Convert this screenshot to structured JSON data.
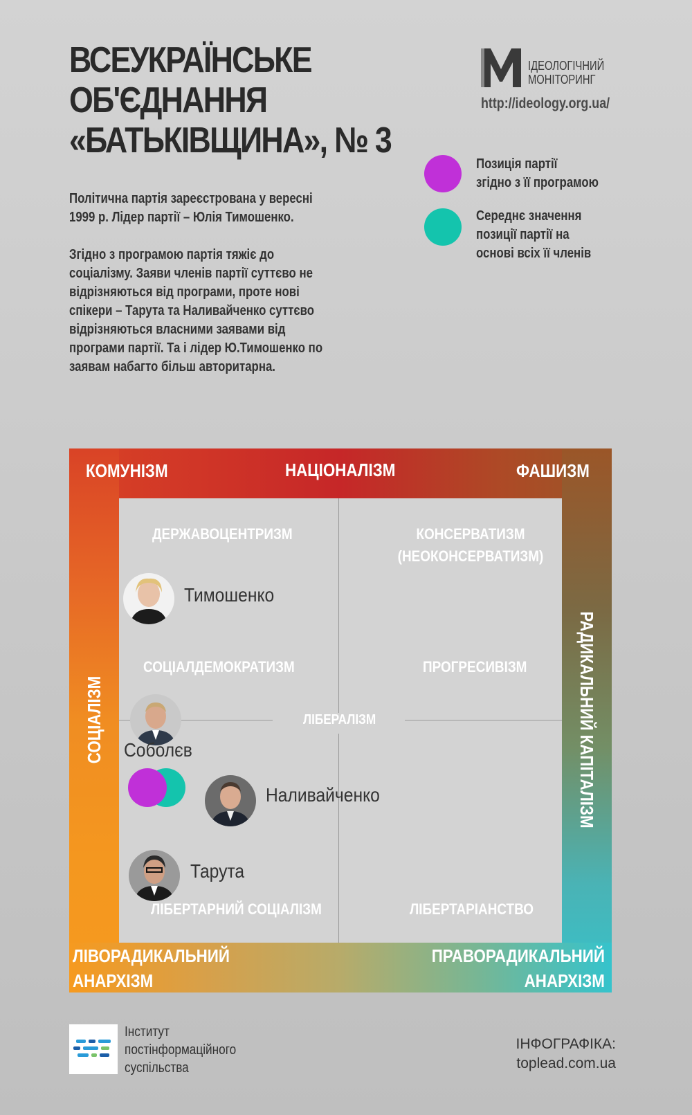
{
  "header": {
    "title_lines": [
      "ВСЕУКРАЇНСЬКЕ",
      "ОБ'ЄДНАННЯ",
      "«БАТЬКІВЩИНА», № 3"
    ],
    "logo_lines": [
      "ІДЕОЛОГІЧНИЙ",
      "МОНІТОРИНГ"
    ],
    "logo_url": "http://ideology.org.ua/"
  },
  "legend": [
    {
      "color": "#c030d8",
      "lines": [
        "Позиція партії",
        "згідно з її програмою"
      ]
    },
    {
      "color": "#14c4ad",
      "lines": [
        "Середнє значення",
        "позиції партії на",
        "основі всіх її членів"
      ]
    }
  ],
  "intro": {
    "paragraph1": [
      "Політична партія зареєстрована у вересні",
      "1999 р.  Лідер партії – Юлія Тимошенко."
    ],
    "paragraph2": [
      "Згідно з програмою партія тяжіє до",
      "соціалізму. Заяви членів партії суттєво не",
      "відрізняються від програми, проте нові",
      "спікери – Тарута та Наливайченко суттєво",
      "відрізняються власними заявами від",
      "програми партії. Та і лідер Ю.Тимошенко по",
      "заявам набагто більш авторитарна."
    ]
  },
  "map": {
    "frame_labels": {
      "top_left": "КОМУНІЗМ",
      "top_center": "НАЦІОНАЛІЗМ",
      "top_right": "ФАШИЗМ",
      "left": "СОЦІАЛІЗМ",
      "right": "РАДИКАЛЬНИЙ КАПІТАЛІЗМ",
      "bottom_left": [
        "ЛІВОРАДИКАЛЬНИЙ",
        "АНАРХІЗМ"
      ],
      "bottom_right": [
        "ПРАВОРАДИКАЛЬНИЙ",
        "АНАРХІЗМ"
      ]
    },
    "inner_labels": {
      "statism": "ДЕРЖАВОЦЕНТРИЗМ",
      "conservatism": [
        "КОНСЕРВАТИЗМ",
        "(НЕОКОНСЕРВАТИЗМ)"
      ],
      "social_democracy": "СОЦІАЛДЕМОКРАТИЗМ",
      "progressivism": "ПРОГРЕСИВІЗМ",
      "liberalism": "ЛІБЕРАЛІЗМ",
      "libertarian_socialism": "ЛІБЕРТАРНИЙ СОЦІАЛІЗМ",
      "libertarianism": "ЛІБЕРТАРІАНСТВО"
    },
    "people": [
      {
        "name": "Тимошенко"
      },
      {
        "name": "Соболєв"
      },
      {
        "name": "Наливайченко"
      },
      {
        "name": "Тарута"
      }
    ],
    "party_program_color": "#c030d8",
    "party_average_color": "#14c4ad"
  },
  "footer": {
    "institute_lines": [
      "Інститут",
      "постінформаційного",
      "суспільства"
    ],
    "credit_lines": [
      "ІНФОГРАФІКА:",
      "toplead.com.ua"
    ]
  }
}
